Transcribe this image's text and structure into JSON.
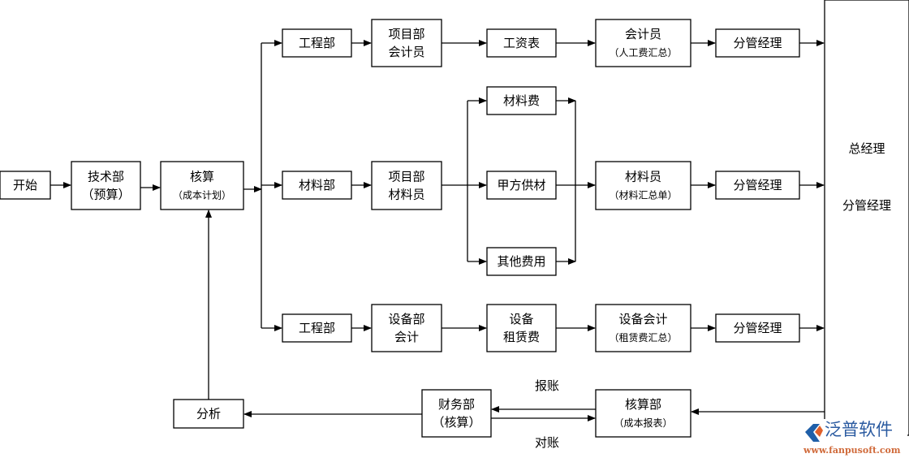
{
  "nodes": {
    "start": {
      "line1": "开始"
    },
    "tech": {
      "line1": "技术部",
      "line2": "（预算）"
    },
    "accounting_plan": {
      "line1": "核算",
      "line2": "（成本计划）"
    },
    "eng_top": {
      "line1": "工程部"
    },
    "proj_accountant": {
      "line1": "项目部",
      "line2": "会计员"
    },
    "payroll": {
      "line1": "工资表"
    },
    "accountant_labor": {
      "line1": "会计员",
      "line2": "（人工费汇总）"
    },
    "manager_top": {
      "line1": "分管经理"
    },
    "materials_dept": {
      "line1": "材料部"
    },
    "proj_material_clerk": {
      "line1": "项目部",
      "line2": "材料员"
    },
    "material_cost": {
      "line1": "材料费"
    },
    "owner_supplied": {
      "line1": "甲方供材"
    },
    "other_cost": {
      "line1": "其他费用"
    },
    "material_clerk": {
      "line1": "材料员",
      "line2": "（材料汇总单）"
    },
    "manager_mid": {
      "line1": "分管经理"
    },
    "eng_bottom": {
      "line1": "工程部"
    },
    "equip_accountant": {
      "line1": "设备部",
      "line2": "会计"
    },
    "equip_rent": {
      "line1": "设备",
      "line2": "租赁费"
    },
    "equip_accounting": {
      "line1": "设备会计",
      "line2": "（租赁费汇总）"
    },
    "manager_bottom": {
      "line1": "分管经理"
    },
    "general_manager": {
      "line1": "总经理",
      "line2": "分管经理"
    },
    "cost_dept": {
      "line1": "核算部",
      "line2": "（成本报表）"
    },
    "finance": {
      "line1": "财务部",
      "line2": "（核算）"
    },
    "analysis": {
      "line1": "分析"
    }
  },
  "edge_labels": {
    "reimburse": "报账",
    "reconcile": "对账"
  },
  "logo": {
    "name": "泛普软件",
    "url": "www.fanpusoft.com",
    "colors": [
      "#1f5fa8",
      "#e0602a"
    ]
  }
}
